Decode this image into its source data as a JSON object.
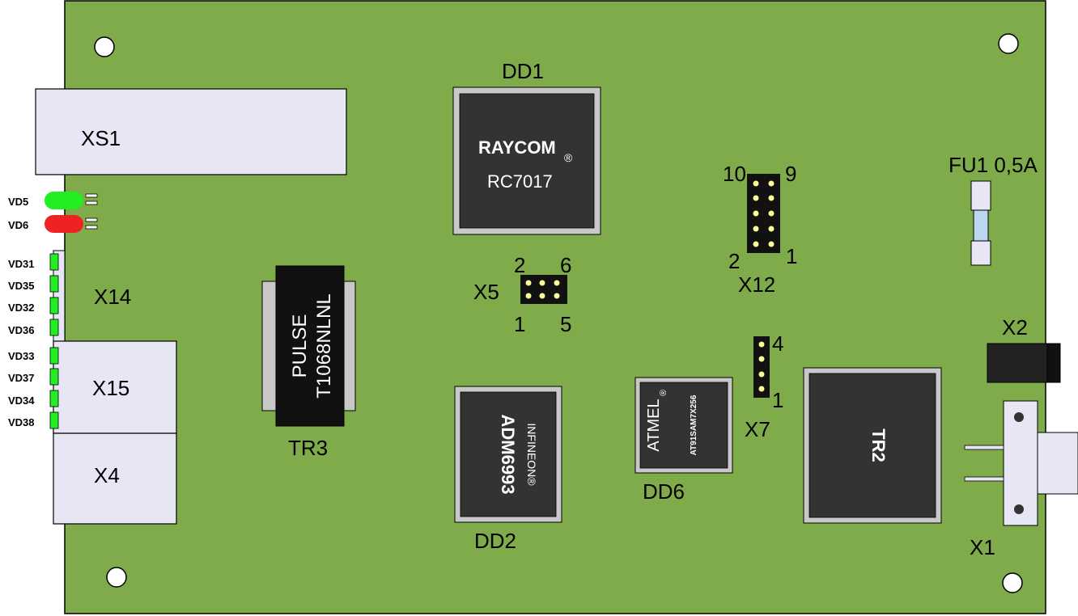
{
  "colors": {
    "board": "#7fab4a",
    "chip": "#333333",
    "chip_frame": "#c8c8c8",
    "connector": "#e6e6f5",
    "led_green": "#22ee22",
    "led_red": "#ee2222",
    "pin": "#ffff99"
  },
  "components": {
    "xs1": "XS1",
    "x14": "X14",
    "x15": "X15",
    "x4": "X4",
    "tr3": "TR3",
    "tr3_brand": "PULSE",
    "tr3_part": "T1068NLNL",
    "dd1": "DD1",
    "dd1_brand": "RAYCOM",
    "dd1_mark": "®",
    "dd1_part": "RC7017",
    "x5": "X5",
    "x5_pin2": "2",
    "x5_pin6": "6",
    "x5_pin1": "1",
    "x5_pin5": "5",
    "dd2": "DD2",
    "dd2_brand": "INFINEON®",
    "dd2_part": "ADM6993",
    "dd6": "DD6",
    "dd6_brand": "ATMEL",
    "dd6_mark": "®",
    "dd6_part": "AT91SAM7X256",
    "x12": "X12",
    "x12_pin10": "10",
    "x12_pin9": "9",
    "x12_pin2": "2",
    "x12_pin1": "1",
    "x7": "X7",
    "x7_pin4": "4",
    "x7_pin1": "1",
    "fu1": "FU1 0,5A",
    "x2": "X2",
    "tr2": "TR2",
    "x1": "X1"
  },
  "leds": {
    "vd5": "VD5",
    "vd6": "VD6",
    "vd31": "VD31",
    "vd35": "VD35",
    "vd32": "VD32",
    "vd36": "VD36",
    "vd33": "VD33",
    "vd37": "VD37",
    "vd34": "VD34",
    "vd38": "VD38"
  }
}
